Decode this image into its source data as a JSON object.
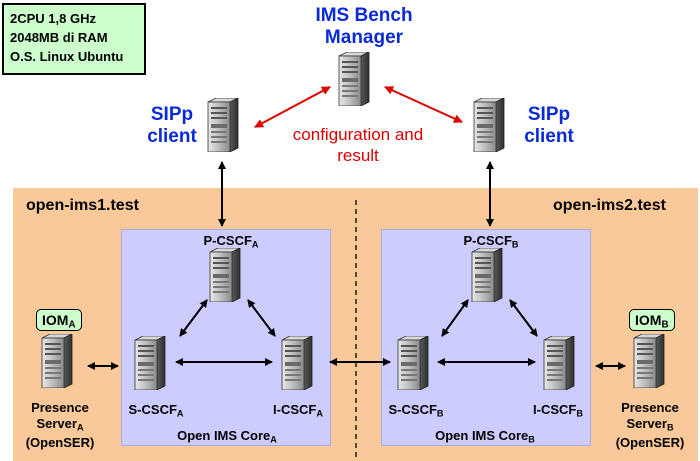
{
  "specs": [
    "2CPU 1,8 GHz",
    "2048MB di RAM",
    "O.S. Linux Ubuntu"
  ],
  "manager": {
    "line1": "IMS Bench",
    "line2": "Manager"
  },
  "sipp_left": {
    "line1": "SIPp",
    "line2": "client"
  },
  "sipp_right": {
    "line1": "SIPp",
    "line2": "client"
  },
  "config": {
    "line1": "configuration and",
    "line2": "result"
  },
  "domain_left": "open-ims1.test",
  "domain_right": "open-ims2.test",
  "left": {
    "pcscf": "P-CSCF",
    "pcscf_sub": "A",
    "scscf": "S-CSCF",
    "scscf_sub": "A",
    "icscf": "I-CSCF",
    "icscf_sub": "A",
    "core": "Open IMS Core",
    "core_sub": "A",
    "iom": "IOM",
    "iom_sub": "A",
    "presence1": "Presence",
    "presence2": "Server",
    "presence_sub": "A",
    "presence3": "(OpenSER)"
  },
  "right": {
    "pcscf": "P-CSCF",
    "pcscf_sub": "B",
    "scscf": "S-CSCF",
    "scscf_sub": "B",
    "icscf": "I-CSCF",
    "icscf_sub": "B",
    "core": "Open IMS Core",
    "core_sub": "B",
    "iom": "IOM",
    "iom_sub": "B",
    "presence1": "Presence",
    "presence2": "Server",
    "presence_sub": "B",
    "presence3": "(OpenSER)"
  },
  "colors": {
    "domain_bg": "#f9c99a",
    "core_bg": "#ccccff",
    "spec_bg": "#ccffcc",
    "title_blue": "#0a2ad8",
    "config_red": "#dd0000"
  }
}
